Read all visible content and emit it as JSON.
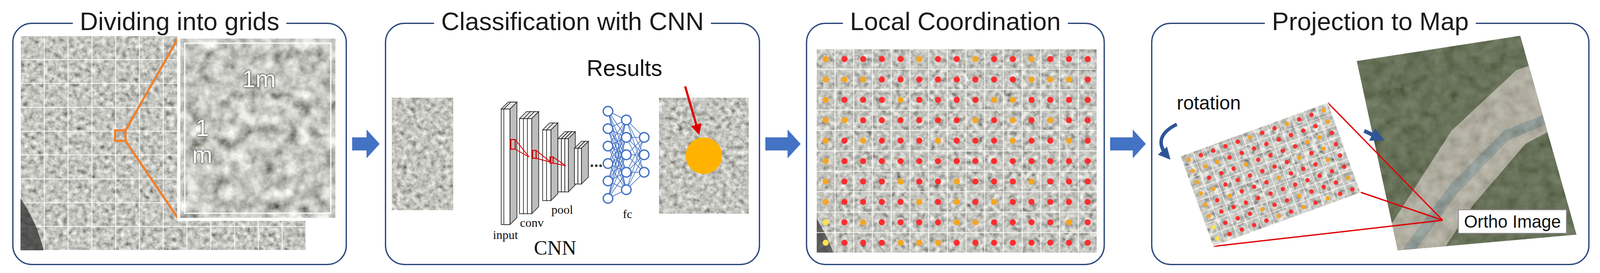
{
  "diagram": {
    "nodes": [
      {
        "text": [
          "Dividing into grids"
        ]
      },
      {
        "text": [
          "Classification with CNN"
        ]
      },
      {
        "text": [
          "Local Coordination"
        ]
      },
      {
        "text": [
          "Projection to Map"
        ]
      }
    ],
    "edges": [
      {
        "from": 0,
        "to": 1,
        "arrow": "to"
      },
      {
        "from": 1,
        "to": 2,
        "arrow": "to"
      },
      {
        "from": 2,
        "to": 3,
        "arrow": "to"
      }
    ],
    "labels": [
      "1m",
      "1 m",
      "Results",
      "input",
      "conv",
      "pool",
      "fc",
      "CNN",
      "rotation",
      "Ortho Image"
    ]
  }
}
